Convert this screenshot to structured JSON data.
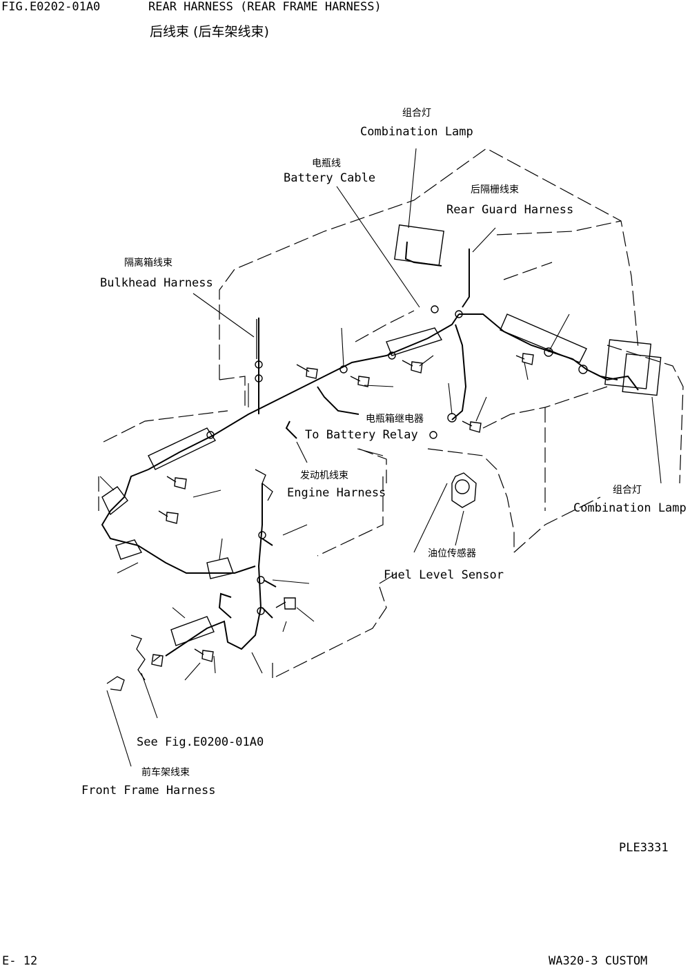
{
  "header": {
    "fig_id": "FIG.E0202-01A0",
    "title_en": "REAR HARNESS (REAR FRAME HARNESS)",
    "title_cn": "后线束 (后车架线束)"
  },
  "labels": {
    "combination_lamp_top": {
      "cn": "组合灯",
      "en": "Combination Lamp"
    },
    "battery_cable": {
      "cn": "电瓶线",
      "en": "Battery Cable"
    },
    "rear_guard_harness": {
      "cn": "后隔栅线束",
      "en": "Rear Guard Harness"
    },
    "bulkhead_harness": {
      "cn": "隔离箱线束",
      "en": "Bulkhead Harness"
    },
    "battery_relay": {
      "cn": "电瓶箱继电器",
      "en": "To Battery Relay"
    },
    "engine_harness": {
      "cn": "发动机线束",
      "en": "Engine Harness"
    },
    "combination_lamp_right": {
      "cn": "组合灯",
      "en": "Combination Lamp"
    },
    "fuel_level_sensor": {
      "cn": "油位传感器",
      "en": "Fuel Level Sensor"
    },
    "see_fig": "See Fig.E0200-01A0",
    "front_frame_harness": {
      "cn": "前车架线束",
      "en": "Front Frame Harness"
    }
  },
  "drawing_code": "PLE3331",
  "footer": {
    "page": "E- 12",
    "model": "WA320-3  CUSTOM"
  }
}
